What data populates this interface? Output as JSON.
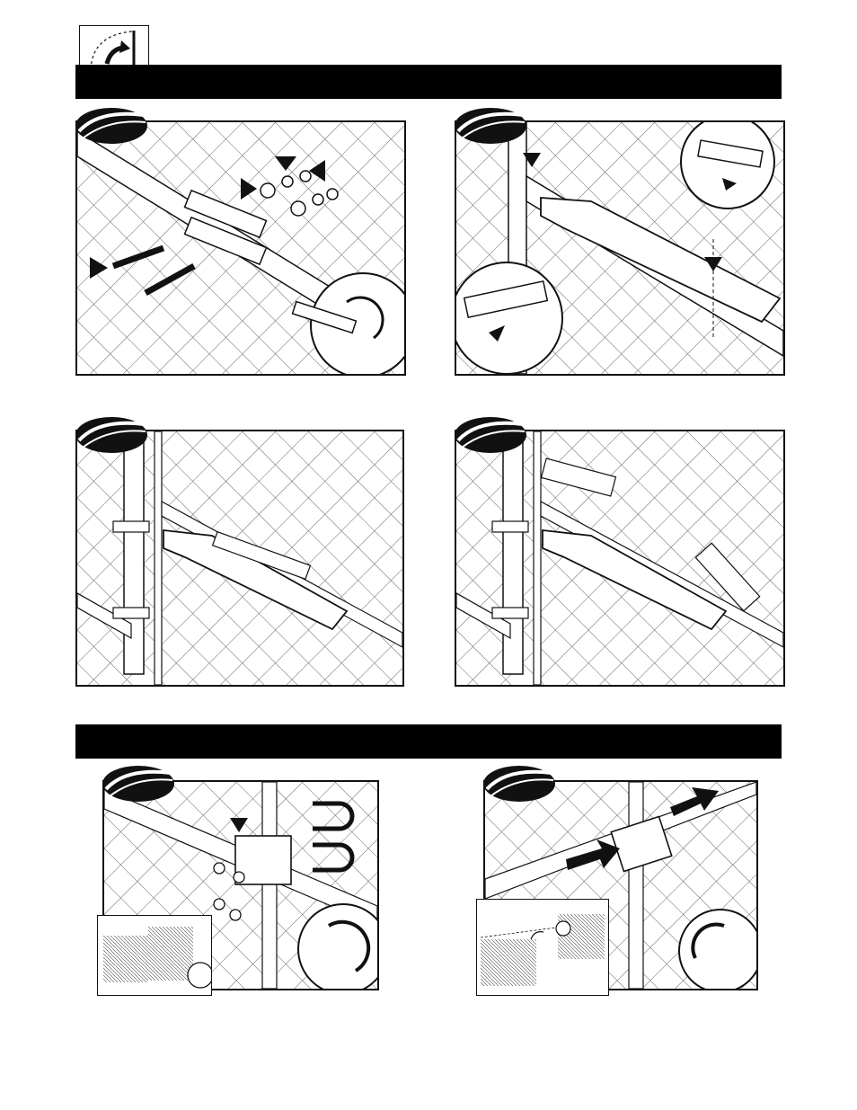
{
  "header": {
    "icon": "gate-swing-icon",
    "bar_color": "#000000"
  },
  "sections": [
    {
      "name": "opener-mounting",
      "steps": [
        {
          "icon": "step-badge-icon",
          "scene": "bracket-bolt-assembly"
        },
        {
          "icon": "step-badge-icon",
          "scene": "opener-pin-attachment"
        },
        {
          "icon": "step-badge-icon",
          "scene": "opener-mounted"
        },
        {
          "icon": "step-badge-icon",
          "scene": "opener-covers-removed"
        }
      ]
    },
    {
      "name": "bracket-installation",
      "steps": [
        {
          "icon": "step-badge-icon",
          "scene": "u-bolt-bracket-assembly"
        },
        {
          "icon": "step-badge-icon",
          "scene": "bracket-alignment"
        }
      ]
    }
  ],
  "colors": {
    "ink": "#111111",
    "fence_mesh": "#555555",
    "paper": "#ffffff"
  }
}
